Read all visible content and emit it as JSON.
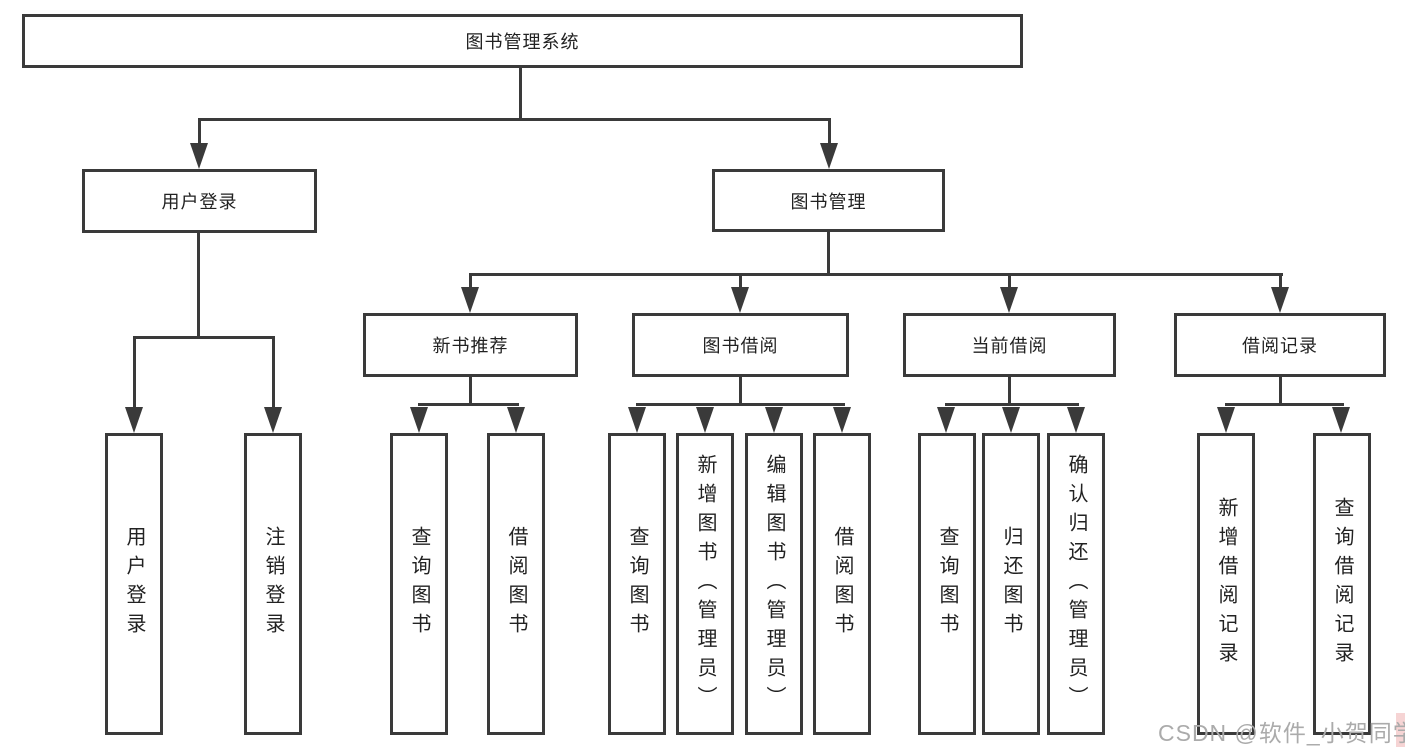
{
  "colors": {
    "line": "#3a3a3a",
    "box_border": "#3a3a3a",
    "text": "#222222",
    "background": "#ffffff",
    "watermark": "#ababab",
    "watermark_accent": "#f6d4d4"
  },
  "diagram": {
    "root": {
      "label": "图书管理系统"
    },
    "level2": [
      {
        "label": "用户登录"
      },
      {
        "label": "图书管理"
      }
    ],
    "level3": [
      {
        "label": "新书推荐"
      },
      {
        "label": "图书借阅"
      },
      {
        "label": "当前借阅"
      },
      {
        "label": "借阅记录"
      }
    ],
    "leaves": {
      "user_login": [
        "用户登录",
        "注销登录"
      ],
      "new_books": [
        "查询图书",
        "借阅图书"
      ],
      "book_borrow": [
        "查询图书",
        "新增图书（管理员）",
        "编辑图书（管理员）",
        "借阅图书"
      ],
      "current_borrow": [
        "查询图书",
        "归还图书",
        "确认归还（管理员）"
      ],
      "borrow_records": [
        "新增借阅记录",
        "查询借阅记录"
      ]
    }
  },
  "watermark": {
    "text": "CSDN @软件_小贺同学"
  }
}
